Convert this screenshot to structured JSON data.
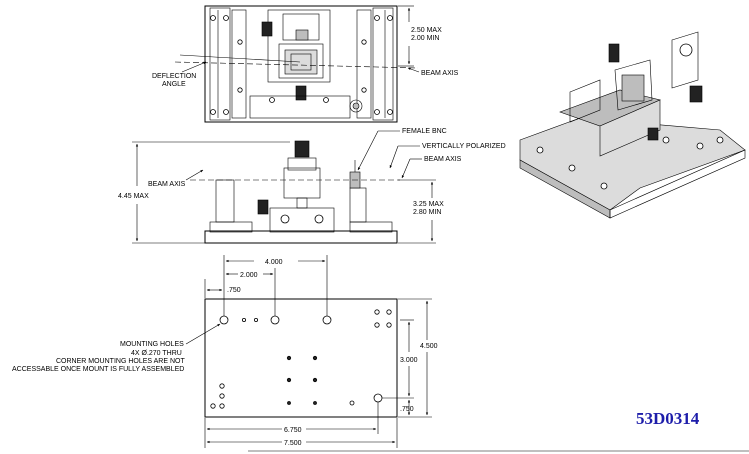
{
  "top_view": {
    "dim_max": "2.50 MAX",
    "dim_min": "2.00 MIN",
    "deflection_1": "DEFLECTION",
    "deflection_2": "ANGLE",
    "beam_axis": "BEAM AXIS"
  },
  "side_view": {
    "female_bnc": "FEMALE BNC",
    "vert_pol": "VERTICALLY POLARIZED",
    "beam_axis_right": "BEAM AXIS",
    "beam_axis_left": "BEAM AXIS",
    "height_max": "4.45 MAX",
    "dim_max": "3.25 MAX",
    "dim_min": "2.80 MIN"
  },
  "base_view": {
    "dim_4000": "4.000",
    "dim_2000": "2.000",
    "dim_750_top": ".750",
    "dim_4500": "4.500",
    "dim_3000": "3.000",
    "dim_750_right": ".750",
    "dim_6750": "6.750",
    "dim_7500": "7.500",
    "note_1": "MOUNTING HOLES",
    "note_2": "4X Ø.270 THRU",
    "note_3": "CORNER MOUNTING HOLES ARE NOT",
    "note_4": "ACCESSABLE ONCE MOUNT IS FULLY ASSEMBLED"
  },
  "part_number": "53D0314",
  "colors": {
    "part_number": "#1d1daa",
    "ink": "#000000"
  }
}
